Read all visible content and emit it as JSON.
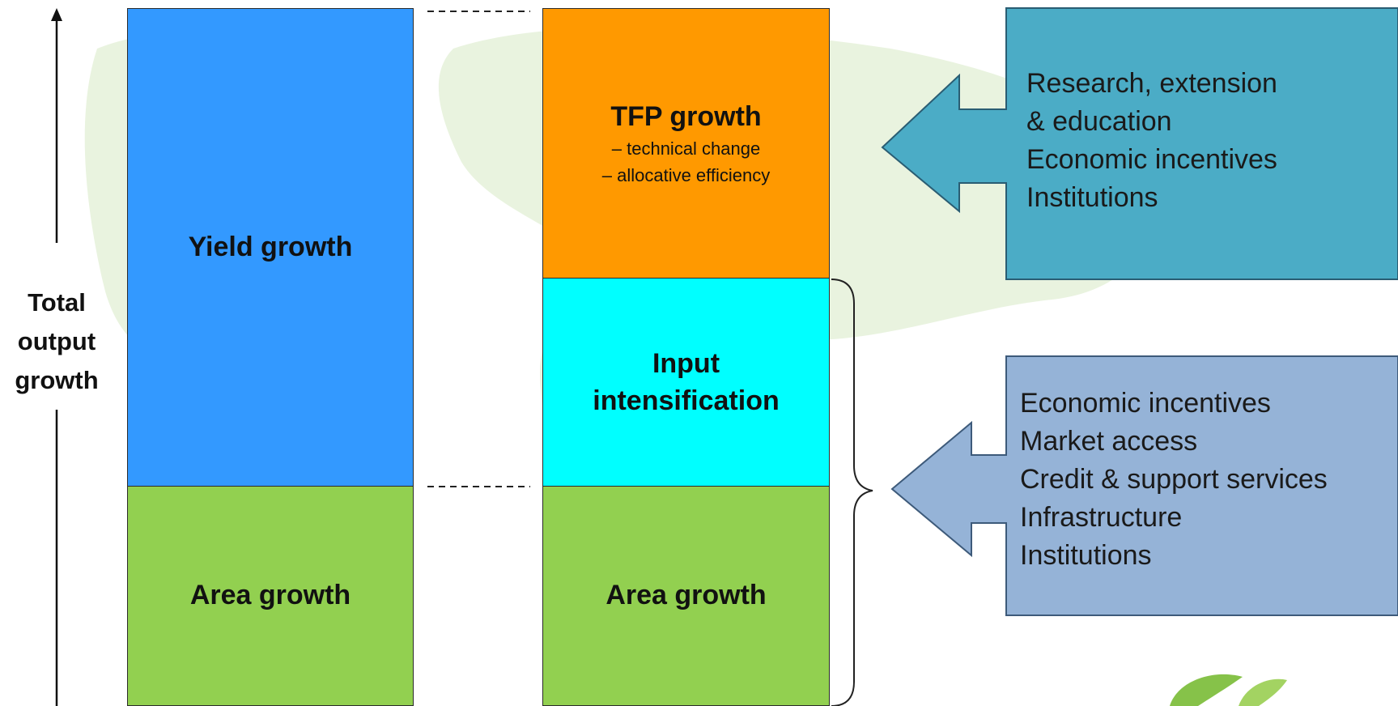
{
  "left_axis": {
    "label_lines": [
      "Total",
      "output",
      "growth"
    ]
  },
  "column_1": {
    "yield_label": "Yield growth",
    "area_label": "Area growth"
  },
  "column_2": {
    "tfp_title": "TFP growth",
    "tfp_sub_1": "– technical change",
    "tfp_sub_2": "– allocative efficiency",
    "input_line_1": "Input",
    "input_line_2": "intensification",
    "area_label": "Area growth"
  },
  "callout_top": {
    "lines": [
      "Research, extension",
      "& education",
      "Economic incentives",
      "Institutions"
    ]
  },
  "callout_bottom": {
    "lines": [
      "Economic incentives",
      "Market access",
      "Credit & support services",
      "Infrastructure",
      "Institutions"
    ]
  },
  "colors": {
    "yield": "#3399ff",
    "area": "#92d050",
    "tfp": "#ff9900",
    "input": "#00ffff",
    "callout_top": "#4bacc6",
    "callout_bottom": "#95b3d7"
  }
}
